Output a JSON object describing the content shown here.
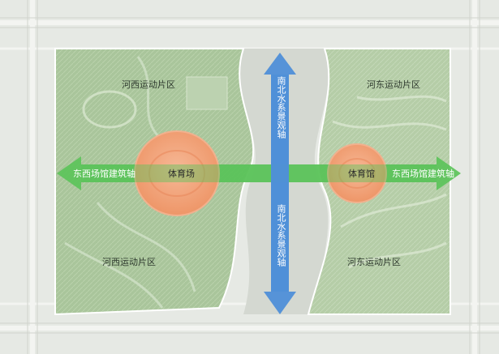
{
  "districts": {
    "west_north": "河西运动片区",
    "west_south": "河西运动片区",
    "east_north": "河东运动片区",
    "east_south": "河东运动片区"
  },
  "axes": {
    "east_west_left": "东西场馆建筑轴",
    "east_west_right": "东西场馆建筑轴",
    "north_south_top": "南北水系景观轴",
    "north_south_bottom": "南北水系景观轴"
  },
  "venues": {
    "stadium": "体育场",
    "gymnasium": "体育馆"
  },
  "colors": {
    "axis_green": "#5cc35a",
    "axis_blue": "#4f8fd8",
    "venue_orange": "#f2a07a",
    "park_green": "#a9c59b",
    "road_grey": "#d9dcd6"
  },
  "icons": [
    "east-west-arrow-icon",
    "north-south-arrow-icon"
  ]
}
